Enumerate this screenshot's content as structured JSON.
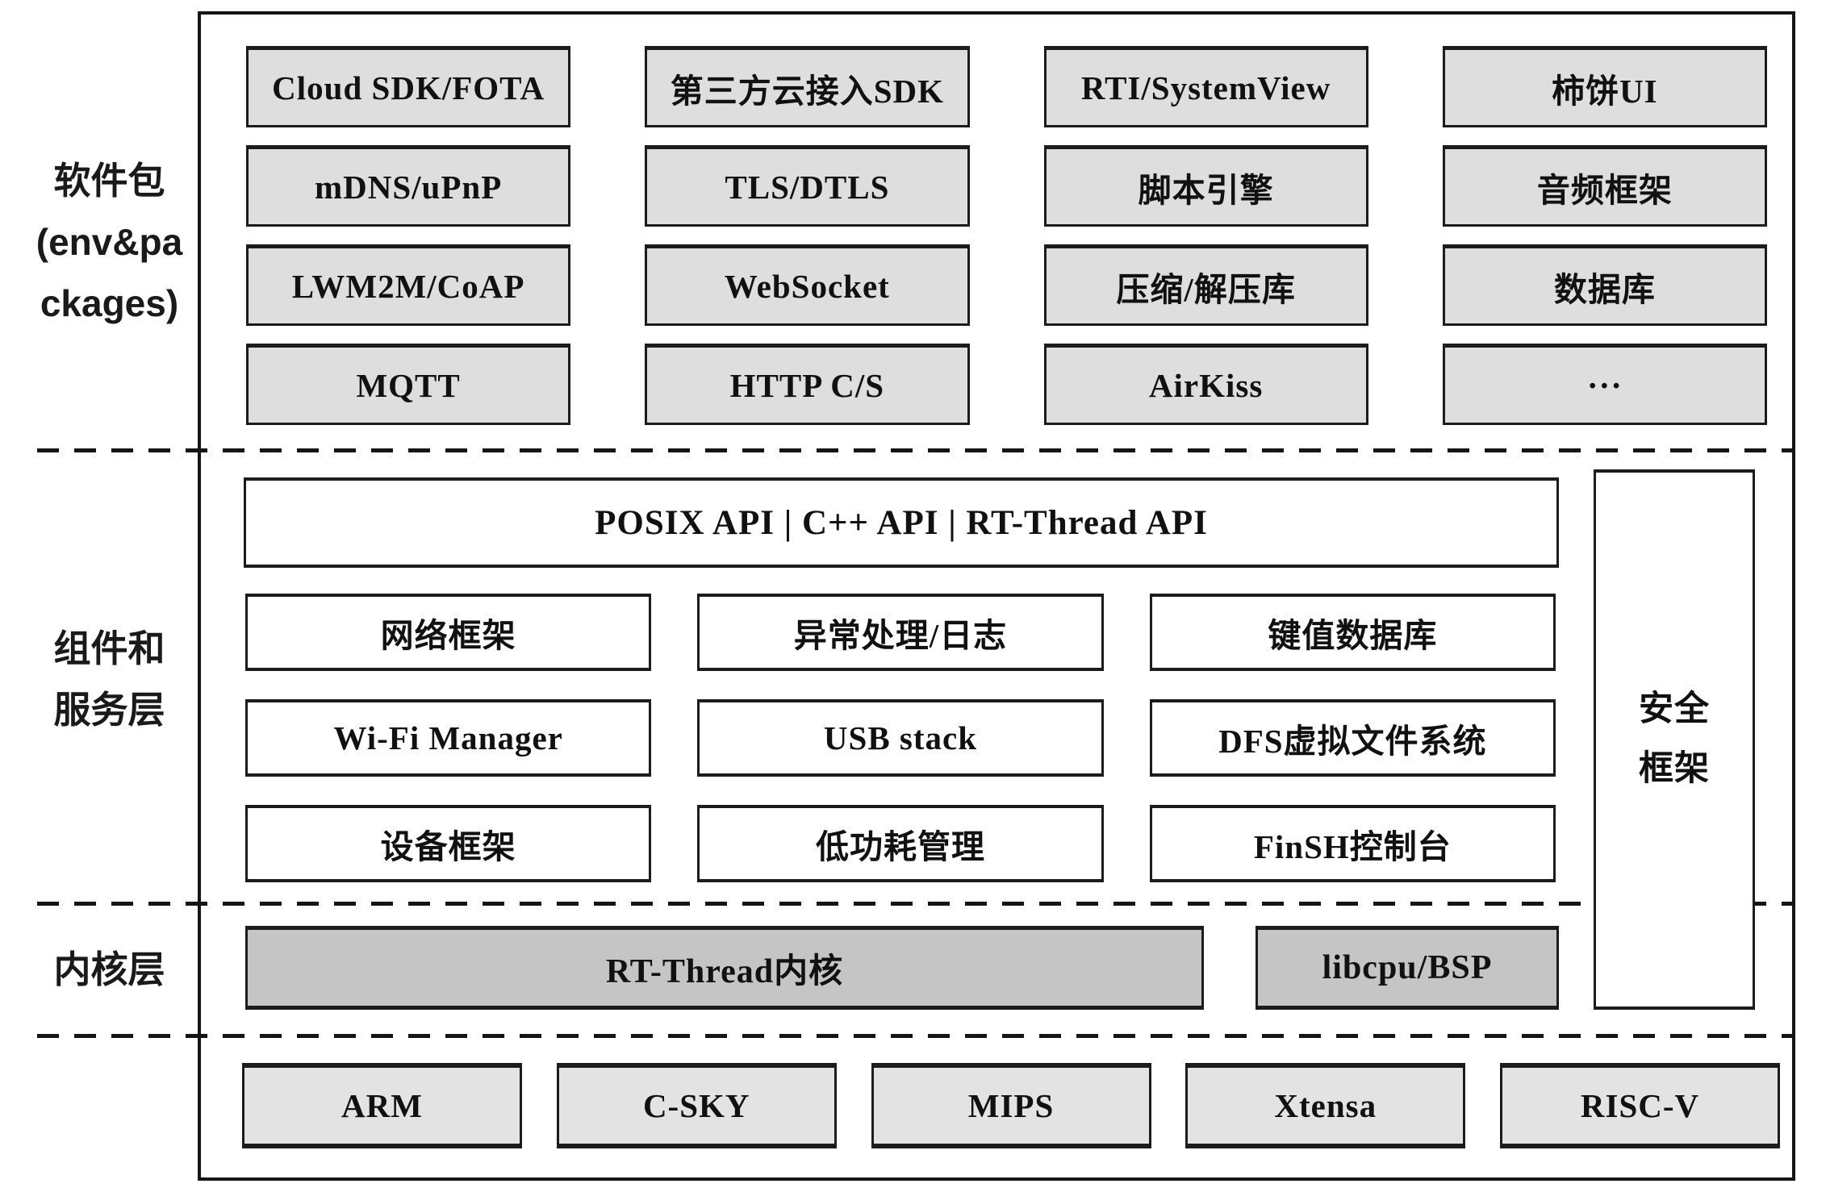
{
  "labels": {
    "packages_line1": "软件包",
    "packages_line2": "(env&pa",
    "packages_line3": "ckages)",
    "components_line1": "组件和",
    "components_line2": "服务层",
    "kernel": "内核层"
  },
  "packages": {
    "grid": [
      [
        "Cloud SDK/FOTA",
        "第三方云接入SDK",
        "RTI/SystemView",
        "柿饼UI"
      ],
      [
        "mDNS/uPnP",
        "TLS/DTLS",
        "脚本引擎",
        "音频框架"
      ],
      [
        "LWM2M/CoAP",
        "WebSocket",
        "压缩/解压库",
        "数据库"
      ],
      [
        "MQTT",
        "HTTP C/S",
        "AirKiss",
        "···"
      ]
    ]
  },
  "components": {
    "api_bar": "POSIX API | C++ API | RT-Thread API",
    "grid": [
      [
        "网络框架",
        "异常处理/日志",
        "键值数据库"
      ],
      [
        "Wi-Fi Manager",
        "USB stack",
        "DFS虚拟文件系统"
      ],
      [
        "设备框架",
        "低功耗管理",
        "FinSH控制台"
      ]
    ],
    "security_line1": "安全",
    "security_line2": "框架"
  },
  "kernel": {
    "kernel_box": "RT-Thread内核",
    "libcpu_box": "libcpu/BSP"
  },
  "architectures": [
    "ARM",
    "C-SKY",
    "MIPS",
    "Xtensa",
    "RISC-V"
  ],
  "colors": {
    "package_fill": "#dedede",
    "component_fill": "#ffffff",
    "kernel_fill": "#c5c5c5",
    "arch_fill": "#e3e3e3",
    "border": "#1c1c1c",
    "dashed_line": "#151515"
  }
}
